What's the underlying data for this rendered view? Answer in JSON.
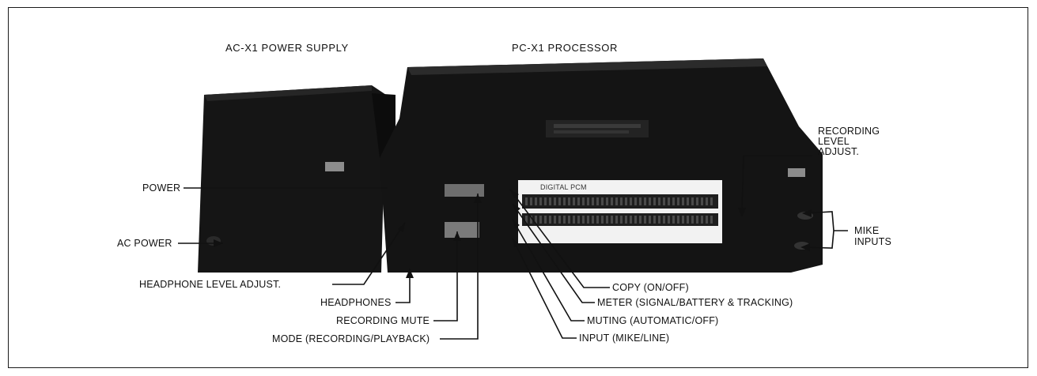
{
  "titles": {
    "power_supply": "AC-X1 POWER SUPPLY",
    "processor": "PC-X1 PROCESSOR"
  },
  "callouts": {
    "power": "POWER",
    "ac_power": "AC POWER",
    "headphone_level_adjust": "HEADPHONE LEVEL ADJUST.",
    "headphones": "HEADPHONES",
    "recording_mute": "RECORDING MUTE",
    "mode": "MODE (RECORDING/PLAYBACK)",
    "copy": "COPY (ON/OFF)",
    "meter": "METER (SIGNAL/BATTERY & TRACKING)",
    "muting": "MUTING (AUTOMATIC/OFF)",
    "input": "INPUT (MIKE/LINE)",
    "recording_level_adjust": [
      "RECORDING",
      "LEVEL",
      "ADJUST."
    ],
    "mike_inputs": [
      "MIKE",
      "INPUTS"
    ]
  },
  "panel_text": {
    "meter_label": "DIGITAL PCM"
  },
  "colors": {
    "unit_body": "#141414",
    "unit_edge": "#2e2e2e",
    "meter_panel": "#f2f2f2",
    "line": "#111111",
    "frame": "#1a1a1a"
  }
}
